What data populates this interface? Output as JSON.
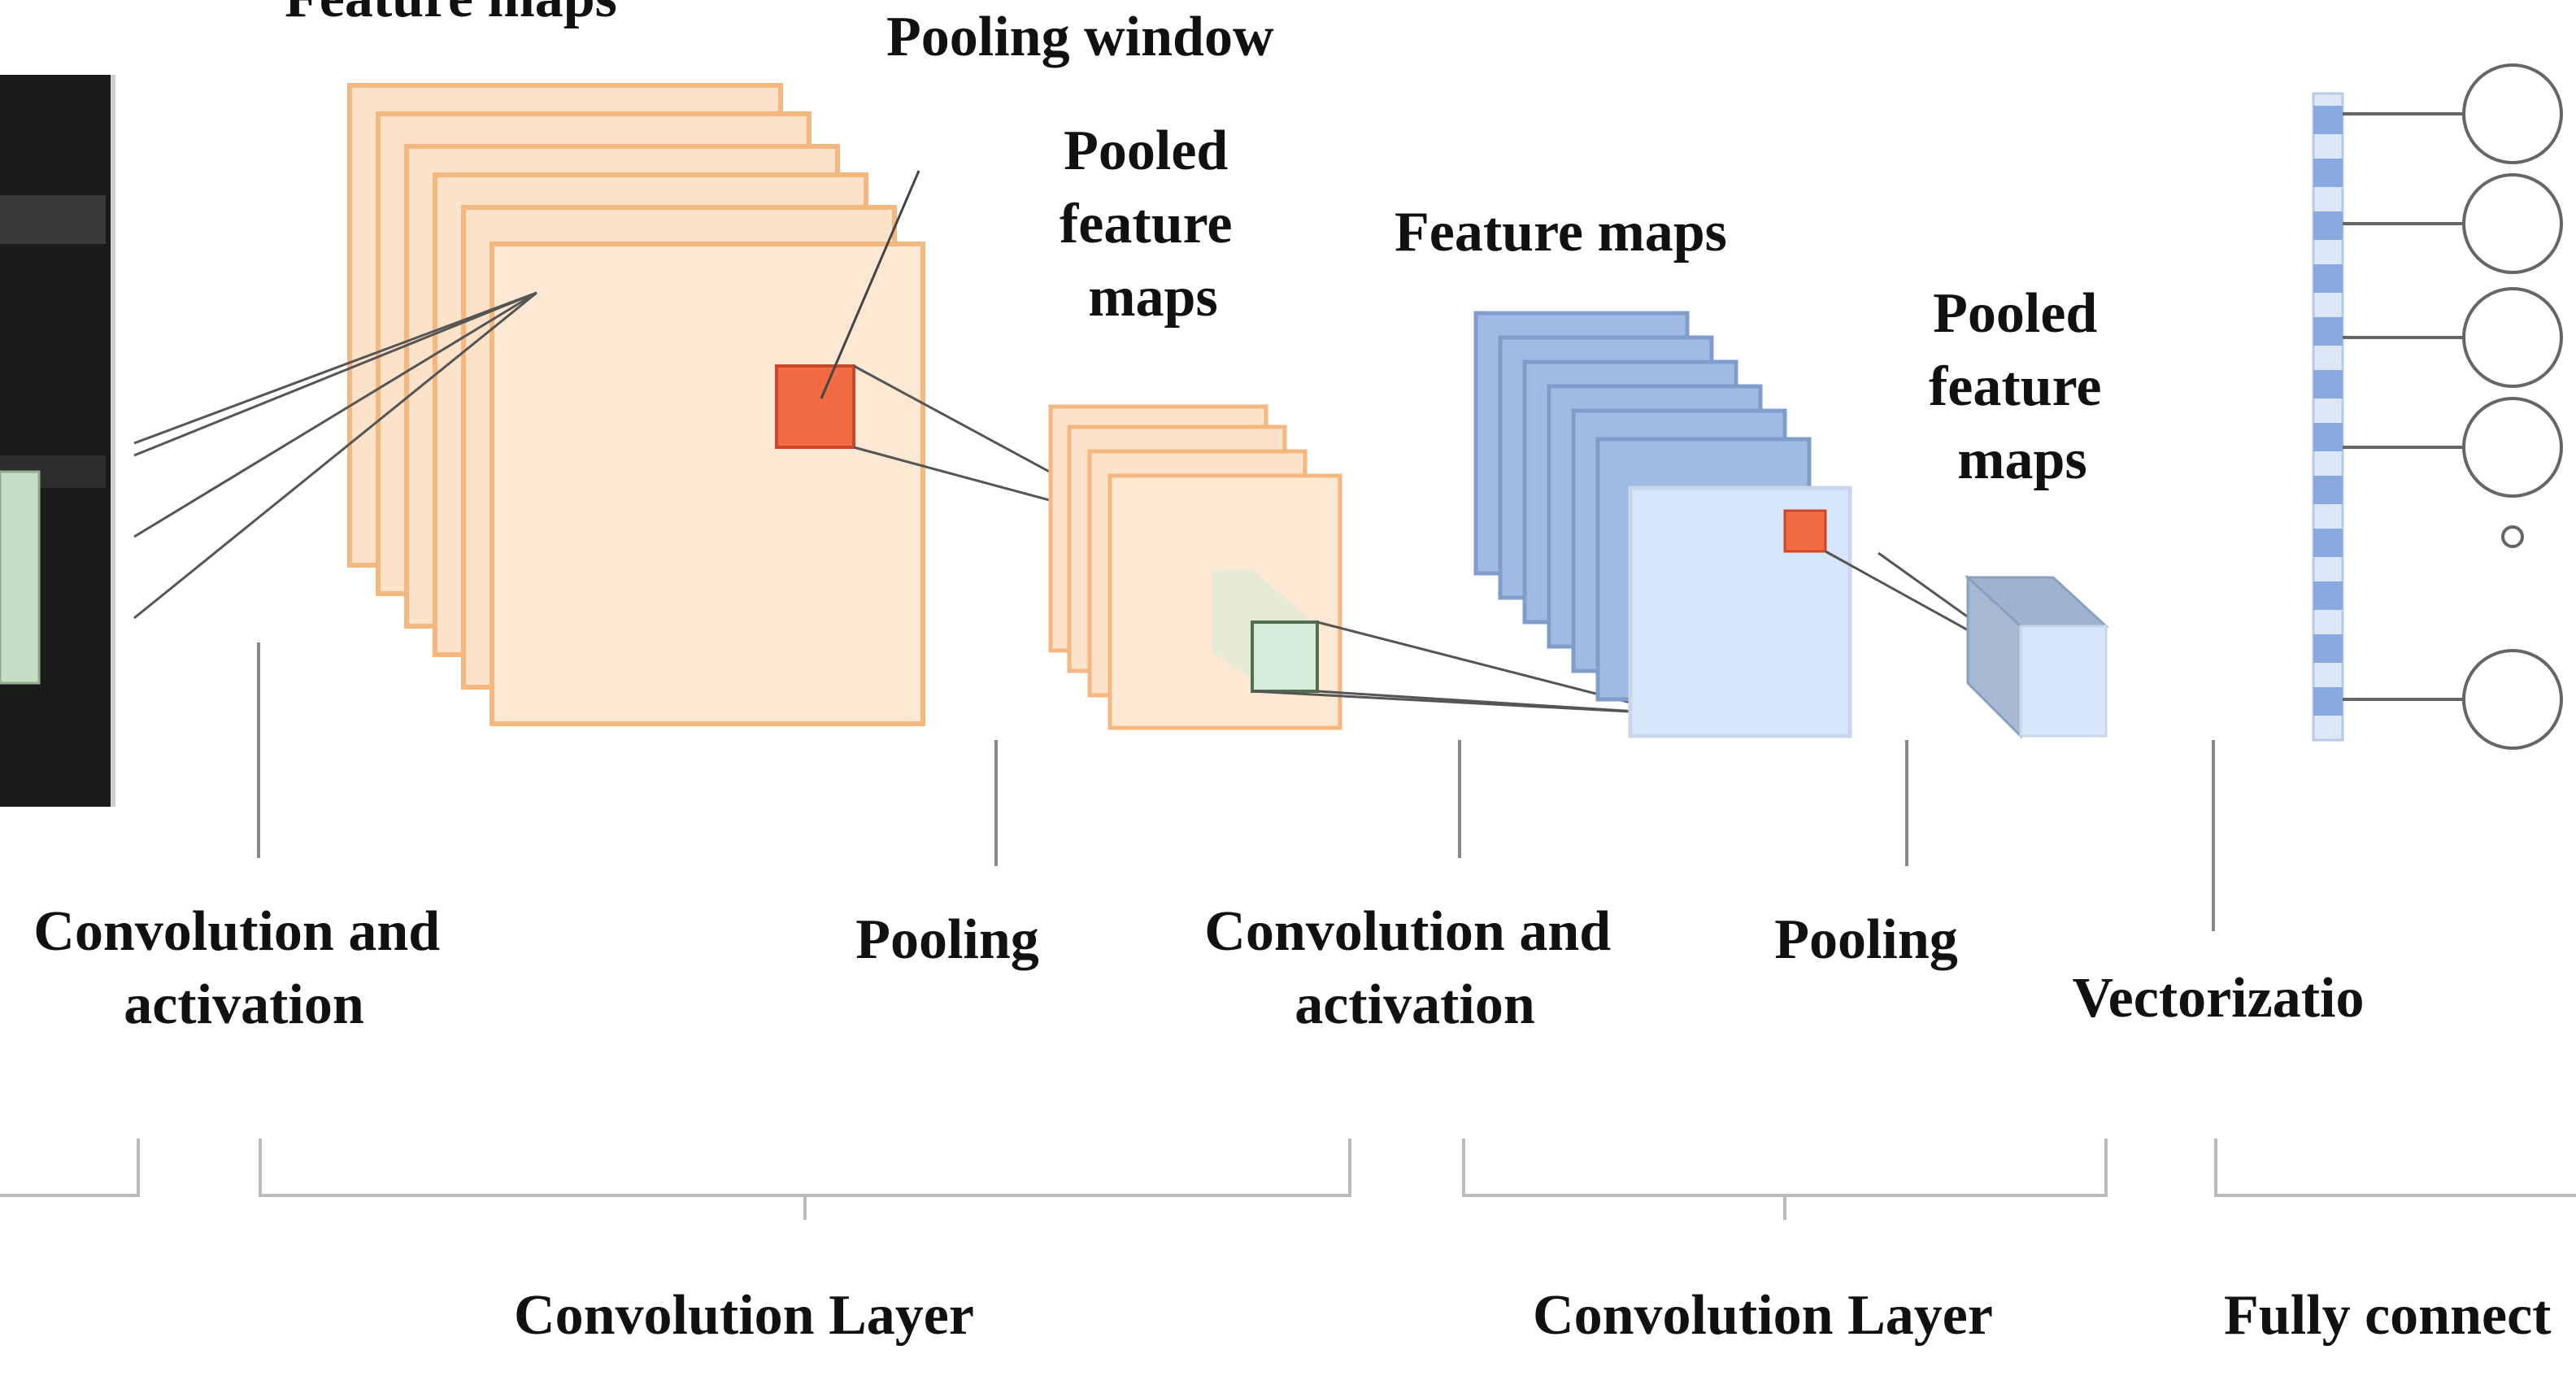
{
  "labels": {
    "feature_maps_1": "Feature maps",
    "pooling_window": "Pooling window",
    "pooled_feature_maps_1": [
      "Pooled",
      "feature",
      "maps"
    ],
    "feature_maps_2": "Feature maps",
    "pooled_feature_maps_2": [
      "Pooled",
      "feature",
      "maps"
    ],
    "conv_activation_1": [
      "Convolution and",
      "activation"
    ],
    "pooling_1": "Pooling",
    "conv_activation_2": [
      "Convolution and",
      "activation"
    ],
    "pooling_2": "Pooling",
    "vectorization": "Vectorizatio",
    "conv_layer_1": "Convolution Layer",
    "conv_layer_2": "Convolution Layer",
    "fully_connected": "Fully connect"
  },
  "colors": {
    "orange_fill": "#fbe2c8",
    "orange_stroke": "#f3b77f",
    "blue_stack": "#9dbbe3",
    "blue_stack_stroke": "#7e9dca",
    "blue_light": "#d7e6f8",
    "pool_window_red": "#f26b43",
    "green_window": "#d6ecd9",
    "vector_blue": "#8aa9e0",
    "bracket_gray": "#bbbbbb"
  }
}
